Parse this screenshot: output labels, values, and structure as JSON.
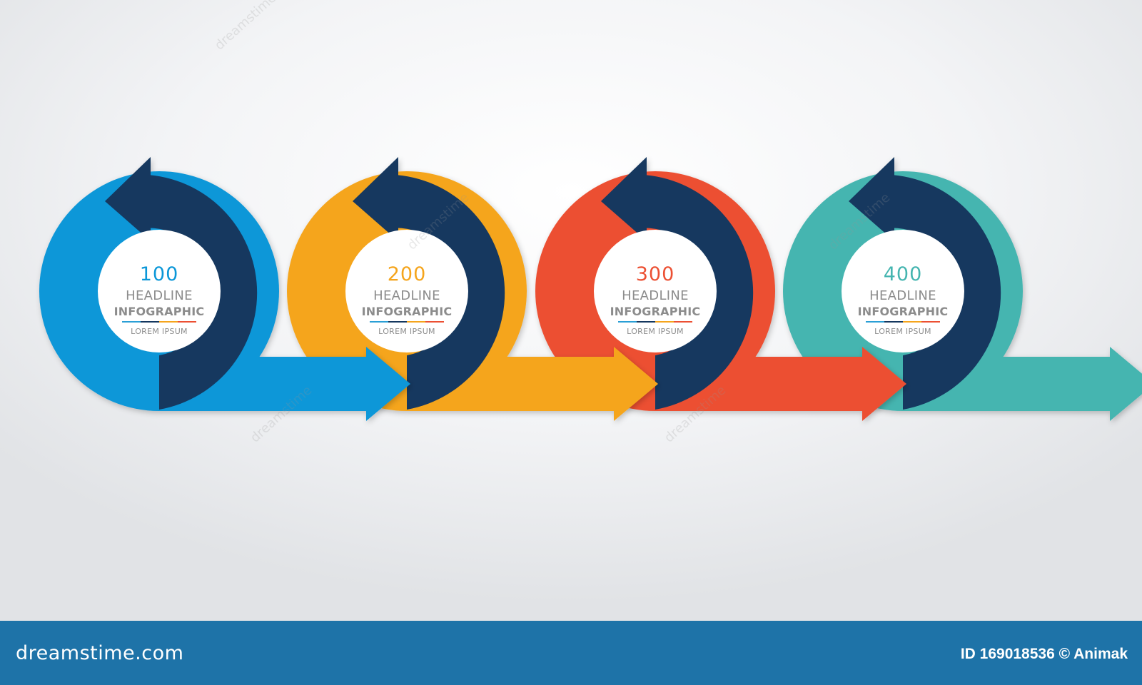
{
  "steps": [
    {
      "number": "100",
      "headline": "HEADLINE",
      "subtitle": "INFOGRAPHIC",
      "caption": "LOREM IPSUM",
      "color": "#0b97d8"
    },
    {
      "number": "200",
      "headline": "HEADLINE",
      "subtitle": "INFOGRAPHIC",
      "caption": "LOREM IPSUM",
      "color": "#f5a51d"
    },
    {
      "number": "300",
      "headline": "HEADLINE",
      "subtitle": "INFOGRAPHIC",
      "caption": "LOREM IPSUM",
      "color": "#ec5033"
    },
    {
      "number": "400",
      "headline": "HEADLINE",
      "subtitle": "INFOGRAPHIC",
      "caption": "LOREM IPSUM",
      "color": "#45b5b0"
    }
  ],
  "colors": {
    "dark_arc": "#14375f",
    "center_circle": "#ffffff",
    "footer_bg": "#1e73a8"
  },
  "underline_colors": [
    "#2a9fd6",
    "#14375f",
    "#f5a51d",
    "#ec5033"
  ],
  "watermark_text": "dreamstime",
  "footer": {
    "logo": "dreamstime.com",
    "image_id": "ID 169018536 © Animak"
  }
}
